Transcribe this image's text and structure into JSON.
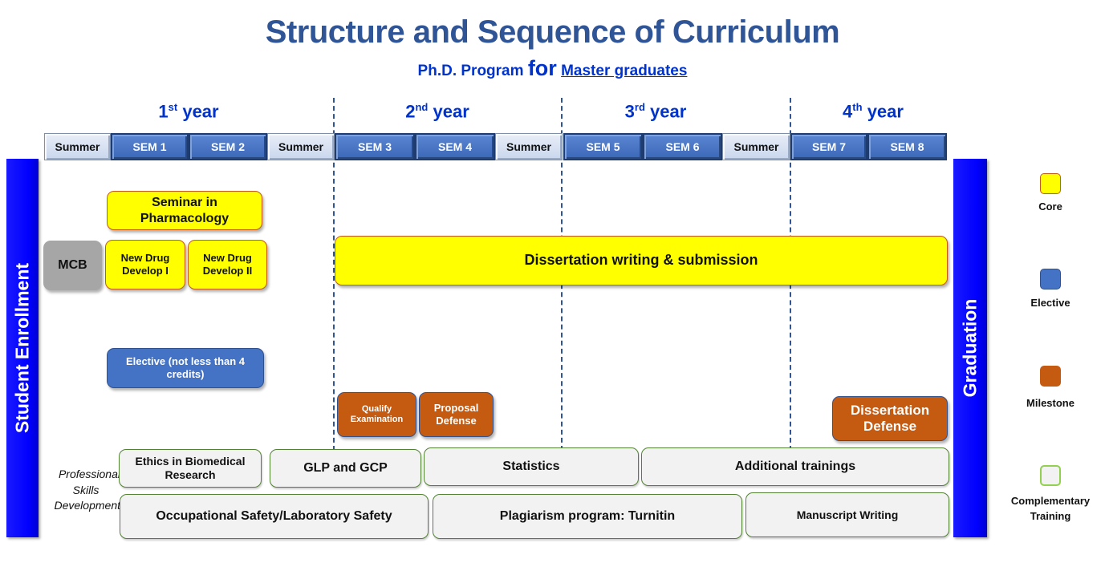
{
  "header": {
    "title": "Structure and Sequence of Curriculum",
    "subtitle_prefix": "Ph.D. Program",
    "subtitle_for": "for",
    "subtitle_target": "Master graduates"
  },
  "years": [
    {
      "num": "1",
      "sup": "st",
      "word": "year"
    },
    {
      "num": "2",
      "sup": "nd",
      "word": "year"
    },
    {
      "num": "3",
      "sup": "rd",
      "word": "year"
    },
    {
      "num": "4",
      "sup": "th",
      "word": "year"
    }
  ],
  "timeline": [
    {
      "label": "Summer",
      "kind": "summer"
    },
    {
      "label": "SEM 1",
      "kind": "sem"
    },
    {
      "label": "SEM 2",
      "kind": "sem"
    },
    {
      "label": "Summer",
      "kind": "summer"
    },
    {
      "label": "SEM 3",
      "kind": "sem"
    },
    {
      "label": "SEM 4",
      "kind": "sem"
    },
    {
      "label": "Summer",
      "kind": "summer"
    },
    {
      "label": "SEM 5",
      "kind": "sem"
    },
    {
      "label": "SEM 6",
      "kind": "sem"
    },
    {
      "label": "Summer",
      "kind": "summer"
    },
    {
      "label": "SEM 7",
      "kind": "sem"
    },
    {
      "label": "SEM 8",
      "kind": "sem"
    }
  ],
  "pillars": {
    "left": "Student Enrollment",
    "right": "Graduation"
  },
  "courses": {
    "mcb": "MCB",
    "seminar_line1": "Seminar in",
    "seminar_line2": "Pharmacology",
    "ndd1_line1": "New Drug",
    "ndd1_line2": "Develop I",
    "ndd2_line1": "New Drug",
    "ndd2_line2": "Develop II",
    "dissertation_writing": "Dissertation writing & submission",
    "elective_line1": "Elective (not less than 4",
    "elective_line2": "credits)",
    "qualify_line1": "Qualify",
    "qualify_line2": "Examination",
    "proposal_line1": "Proposal",
    "proposal_line2": "Defense",
    "diss_defense_line1": "Dissertation",
    "diss_defense_line2": "Defense"
  },
  "professional_skills": {
    "label_line1": "Professional",
    "label_line2": "Skills",
    "label_line3": "Development",
    "ethics_line1": "Ethics in Biomedical",
    "ethics_line2": "Research",
    "glp": "GLP and GCP",
    "statistics": "Statistics",
    "additional": "Additional trainings",
    "safety": "Occupational Safety/Laboratory Safety",
    "plagiarism": "Plagiarism program: Turnitin",
    "manuscript": "Manuscript Writing"
  },
  "legend": [
    {
      "label": "Core",
      "color": "#ffff00",
      "border": "#c55a11"
    },
    {
      "label": "Elective",
      "color": "#4472c4",
      "border": "#2f528f"
    },
    {
      "label": "Milestone",
      "color": "#c55a11",
      "border": "#c55a11"
    },
    {
      "label_line1": "Complementary",
      "label_line2": "Training",
      "color": "#f2f2f2",
      "border": "#92d050"
    }
  ]
}
